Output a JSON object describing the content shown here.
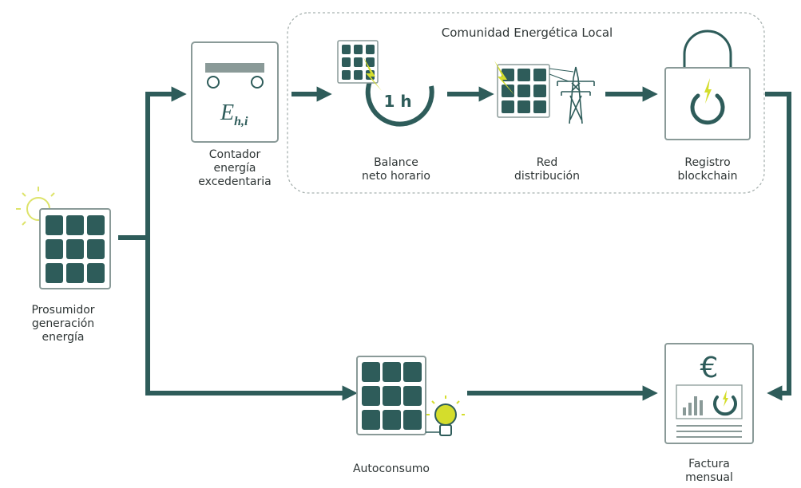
{
  "community": {
    "title": "Comunidad Energética Local"
  },
  "meter": {
    "symbol": "E",
    "subscript": "h,i"
  },
  "balance": {
    "period": "1 h"
  },
  "invoice": {
    "currency": "€"
  },
  "labels": {
    "prosumer": "Prosumidor\ngeneración\nenergía",
    "meter": "Contador\nenergía\nexcedentaria",
    "balance": "Balance\nneto horario",
    "grid": "Red\ndistribución",
    "blockchain": "Registro\nblockchain",
    "selfconsumption": "Autoconsumo",
    "invoice": "Factura\nmensual"
  },
  "colors": {
    "primary": "#2e5c5a",
    "accent": "#d4dd2c",
    "sun": "#dde36a",
    "box_border": "#8a9a98",
    "dashed_border": "#a8b2b0",
    "text": "#2f3636"
  }
}
